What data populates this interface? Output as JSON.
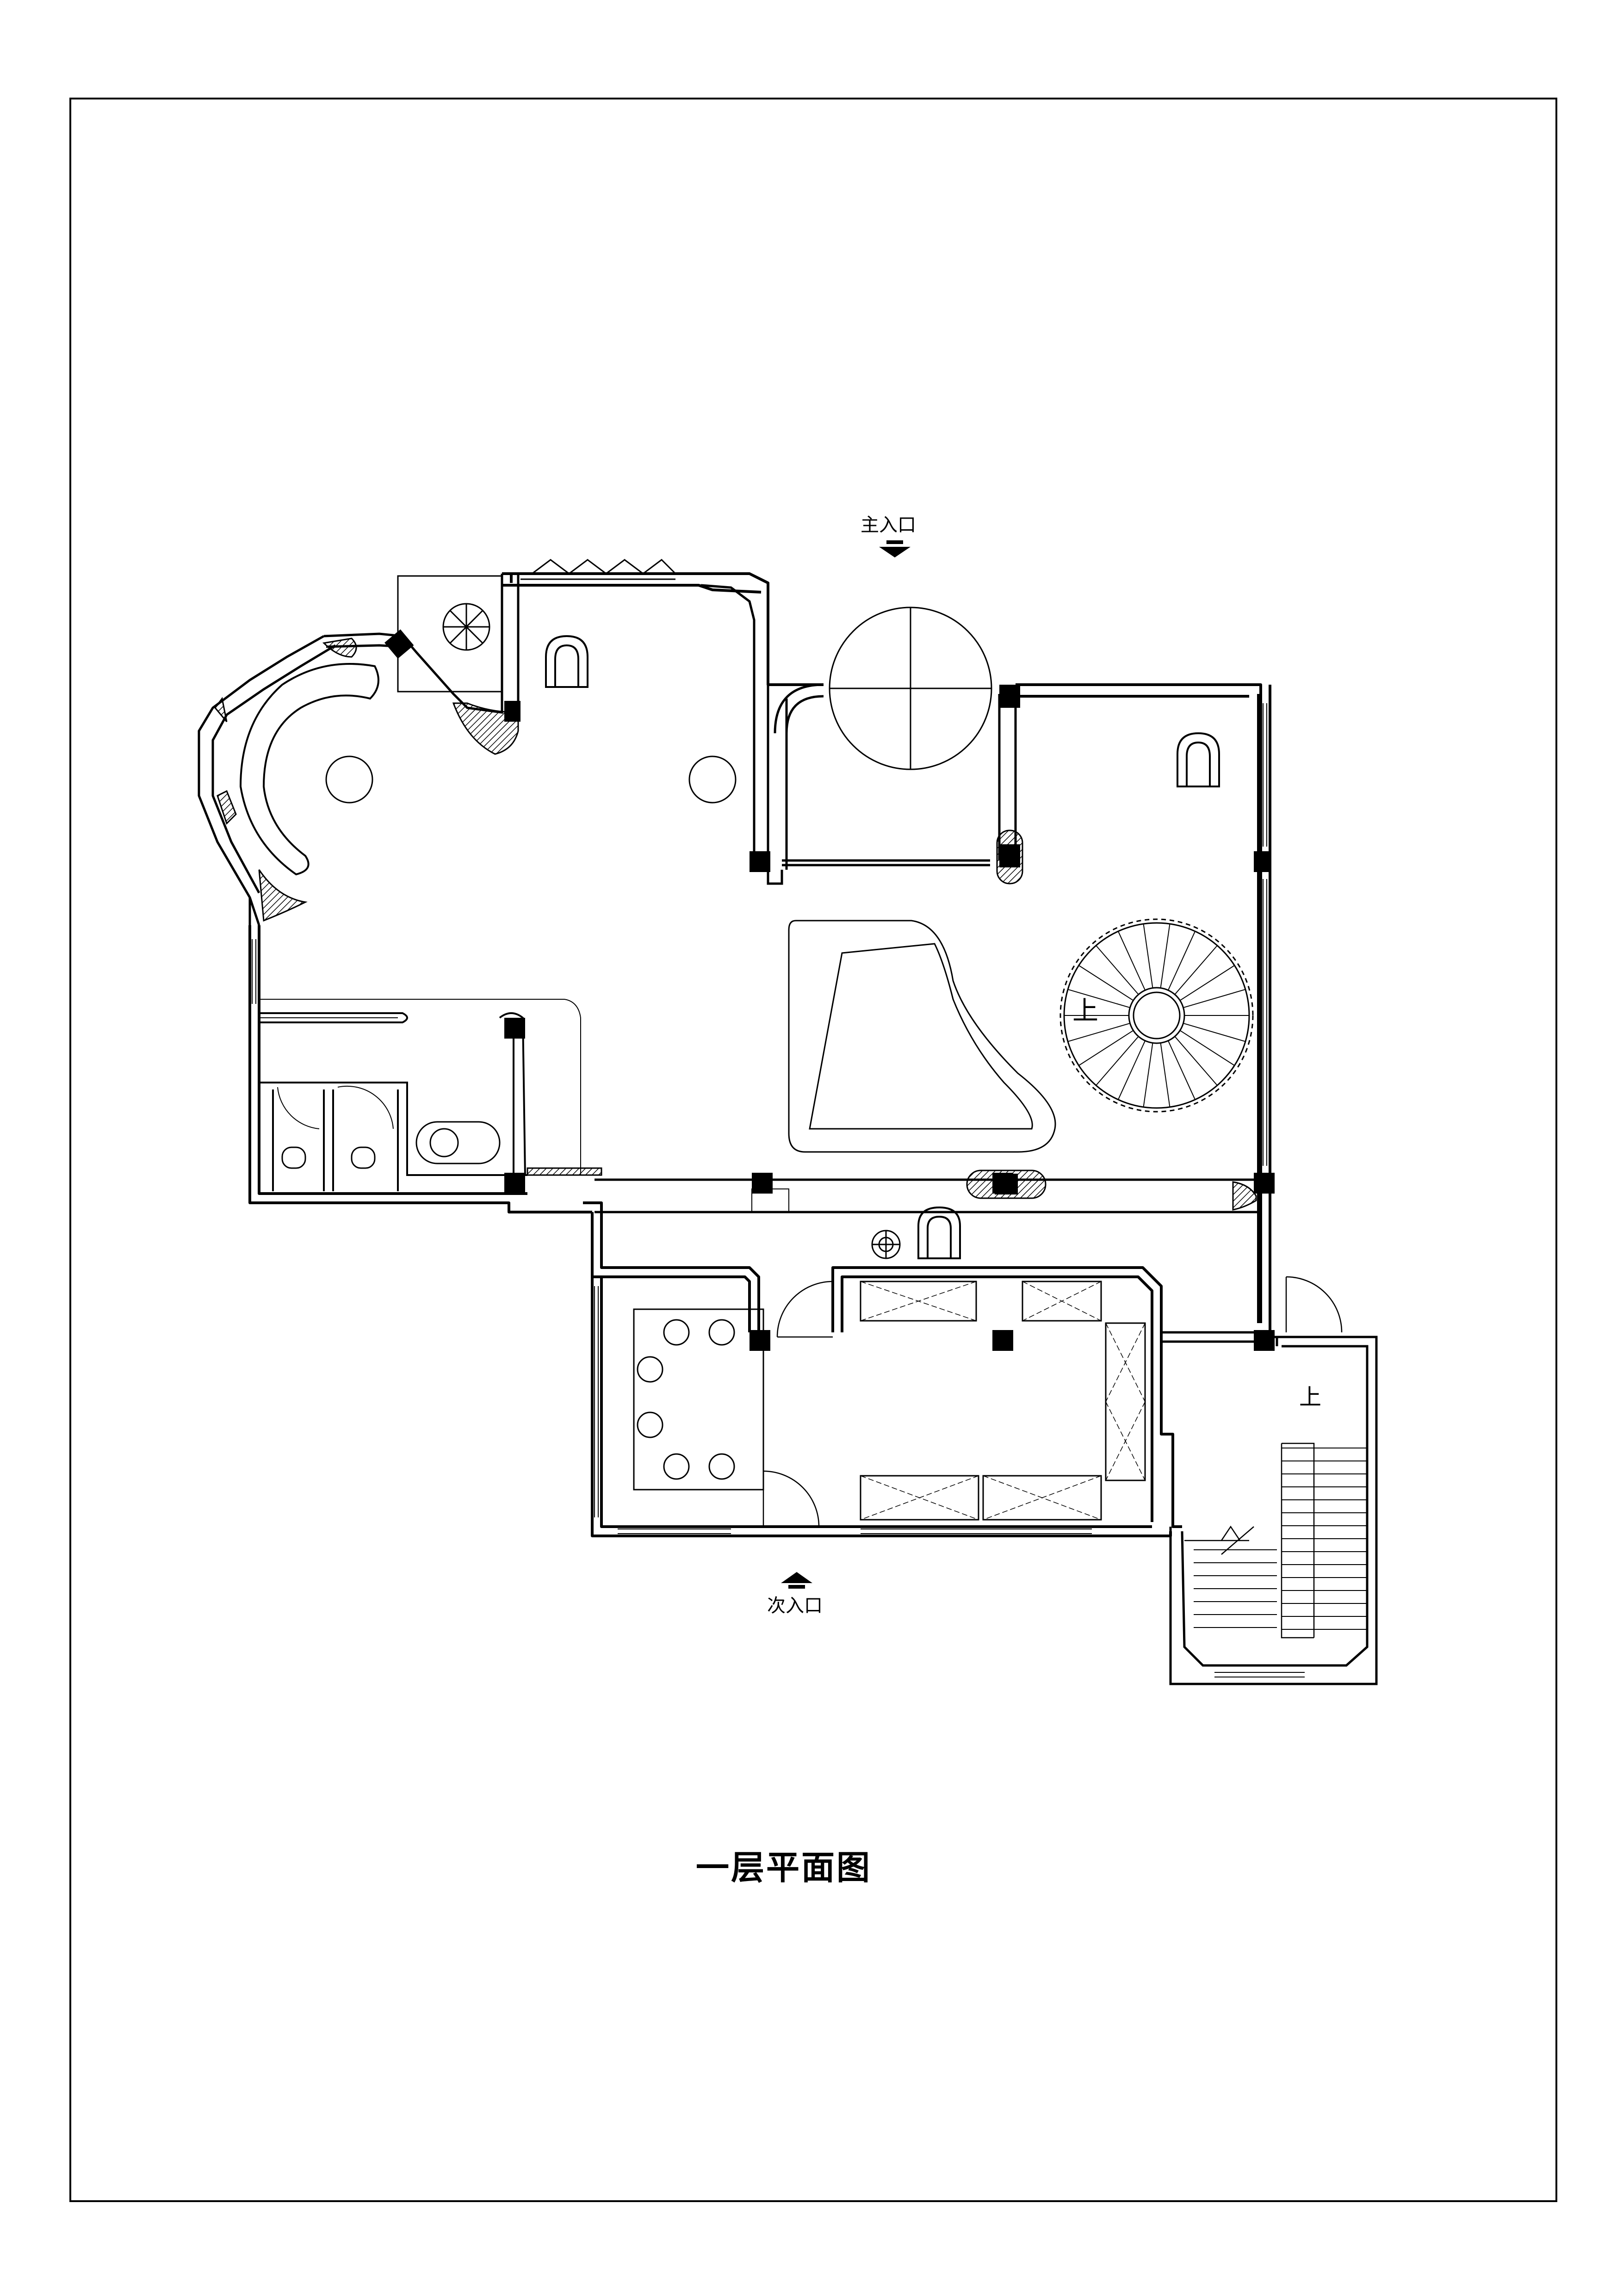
{
  "drawing": {
    "title": "一层平面图",
    "main_entrance": "主入口",
    "side_entrance": "次入口",
    "stair_up_label_1": "上",
    "stair_up_label_2": "上"
  }
}
